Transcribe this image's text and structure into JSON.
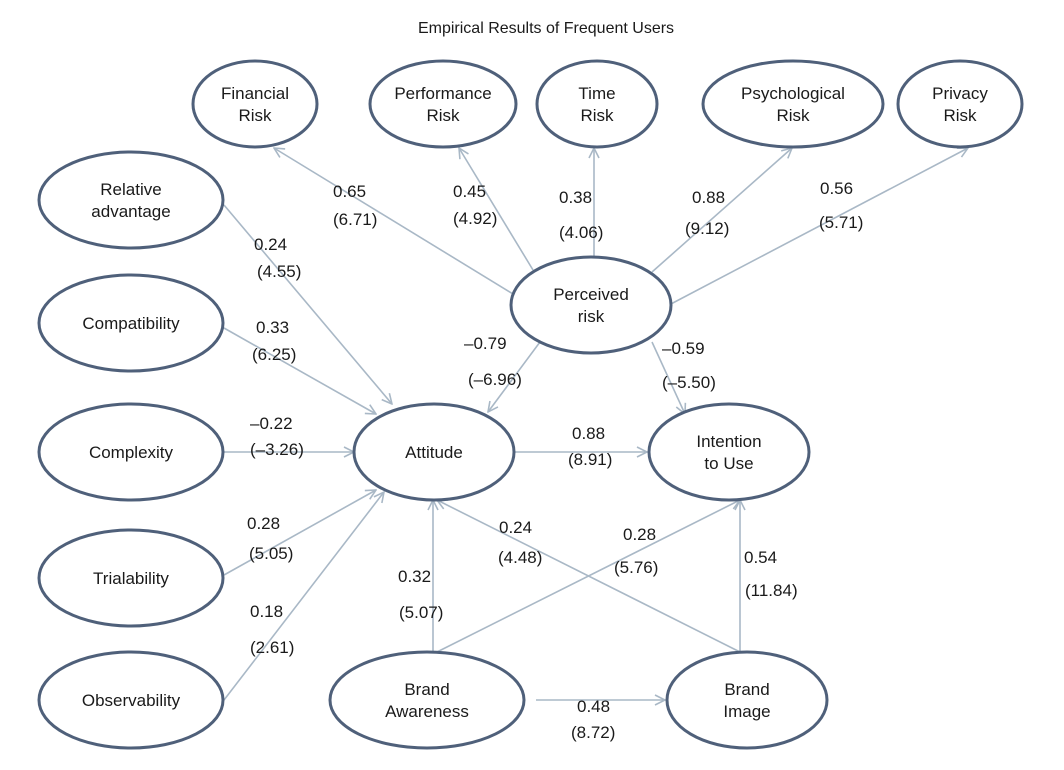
{
  "title": "Empirical Results of Frequent Users",
  "nodes": {
    "financial_risk": {
      "lines": [
        "Financial",
        "Risk"
      ]
    },
    "performance_risk": {
      "lines": [
        "Performance",
        "Risk"
      ]
    },
    "time_risk": {
      "lines": [
        "Time",
        "Risk"
      ]
    },
    "psychological_risk": {
      "lines": [
        "Psychological",
        "Risk"
      ]
    },
    "privacy_risk": {
      "lines": [
        "Privacy",
        "Risk"
      ]
    },
    "relative_advantage": {
      "lines": [
        "Relative",
        "advantage"
      ]
    },
    "compatibility": {
      "lines": [
        "Compatibility"
      ]
    },
    "complexity": {
      "lines": [
        "Complexity"
      ]
    },
    "trialability": {
      "lines": [
        "Trialability"
      ]
    },
    "observability": {
      "lines": [
        "Observability"
      ]
    },
    "perceived_risk": {
      "lines": [
        "Perceived",
        "risk"
      ]
    },
    "attitude": {
      "lines": [
        "Attitude"
      ]
    },
    "intention_to_use": {
      "lines": [
        "Intention",
        "to Use"
      ]
    },
    "brand_awareness": {
      "lines": [
        "Brand",
        "Awareness"
      ]
    },
    "brand_image": {
      "lines": [
        "Brand",
        "Image"
      ]
    }
  },
  "edges": [
    {
      "id": "pr_fin",
      "from": "perceived_risk",
      "to": "financial_risk",
      "coef": "0.65",
      "t": "(6.71)"
    },
    {
      "id": "pr_perf",
      "from": "perceived_risk",
      "to": "performance_risk",
      "coef": "0.45",
      "t": "(4.92)"
    },
    {
      "id": "pr_time",
      "from": "perceived_risk",
      "to": "time_risk",
      "coef": "0.38",
      "t": "(4.06)"
    },
    {
      "id": "pr_psych",
      "from": "perceived_risk",
      "to": "psychological_risk",
      "coef": "0.88",
      "t": "(9.12)"
    },
    {
      "id": "pr_priv",
      "from": "perceived_risk",
      "to": "privacy_risk",
      "coef": "0.56",
      "t": "(5.71)"
    },
    {
      "id": "ra_att",
      "from": "relative_advantage",
      "to": "attitude",
      "coef": "0.24",
      "t": "(4.55)"
    },
    {
      "id": "comp_att",
      "from": "compatibility",
      "to": "attitude",
      "coef": "0.33",
      "t": "(6.25)"
    },
    {
      "id": "cplx_att",
      "from": "complexity",
      "to": "attitude",
      "coef": "–0.22",
      "t": "(–3.26)"
    },
    {
      "id": "tri_att",
      "from": "trialability",
      "to": "attitude",
      "coef": "0.28",
      "t": "(5.05)"
    },
    {
      "id": "obs_att",
      "from": "observability",
      "to": "attitude",
      "coef": "0.18",
      "t": "(2.61)"
    },
    {
      "id": "pr_att",
      "from": "perceived_risk",
      "to": "attitude",
      "coef": "–0.79",
      "t": "(–6.96)"
    },
    {
      "id": "pr_int",
      "from": "perceived_risk",
      "to": "intention_to_use",
      "coef": "–0.59",
      "t": "(–5.50)"
    },
    {
      "id": "att_int",
      "from": "attitude",
      "to": "intention_to_use",
      "coef": "0.88",
      "t": "(8.91)"
    },
    {
      "id": "ba_att",
      "from": "brand_awareness",
      "to": "attitude",
      "coef": "0.32",
      "t": "(5.07)"
    },
    {
      "id": "bi_att",
      "from": "brand_image",
      "to": "attitude",
      "coef": "0.24",
      "t": "(4.48)"
    },
    {
      "id": "ba_int",
      "from": "brand_awareness",
      "to": "intention_to_use",
      "coef": "0.28",
      "t": "(5.76)"
    },
    {
      "id": "bi_int",
      "from": "brand_image",
      "to": "intention_to_use",
      "coef": "0.54",
      "t": "(11.84)"
    },
    {
      "id": "ba_bi",
      "from": "brand_awareness",
      "to": "brand_image",
      "coef": "0.48",
      "t": "(8.72)"
    }
  ],
  "colors": {
    "node_stroke": "#4f607a",
    "edge": "#a9b8c6",
    "text": "#1a1a1a"
  }
}
